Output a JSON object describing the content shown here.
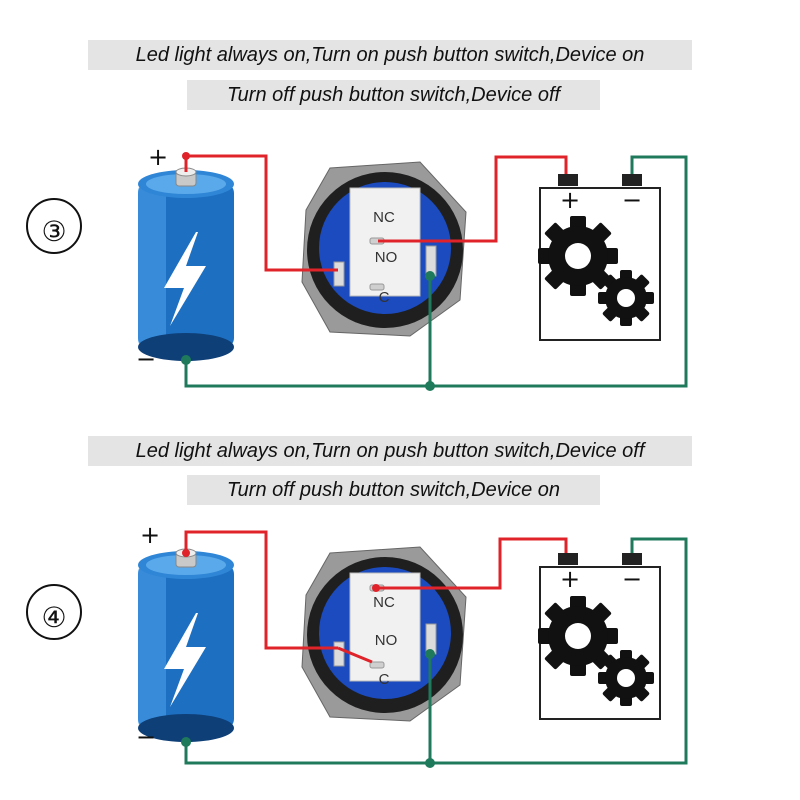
{
  "diagrams": [
    {
      "caption_line1": "Led light always on,Turn on push button switch,Device on",
      "caption_line2": "Turn off push button switch,Device off",
      "number": "③",
      "pins": [
        "NC",
        "NO",
        "C"
      ],
      "battery_plus": "+",
      "battery_minus": "−",
      "device_plus": "+",
      "device_minus": "−",
      "wired_terminal": "NO"
    },
    {
      "caption_line1": "Led light always on,Turn on push button switch,Device off",
      "caption_line2": "Turn off push button switch,Device on",
      "number": "④",
      "pins": [
        "NC",
        "NO",
        "C"
      ],
      "battery_plus": "+",
      "battery_minus": "−",
      "device_plus": "+",
      "device_minus": "−",
      "wired_terminal": "NC"
    }
  ],
  "colors": {
    "positive_wire": "#e0232a",
    "negative_wire": "#1f7a5c",
    "battery_body": "#1d6fc2",
    "switch_face": "#1b4bbf",
    "caption_bg": "#e4e4e4"
  },
  "icons": [
    "battery-icon",
    "lightning-icon",
    "gear-icon",
    "push-button-switch-icon"
  ]
}
